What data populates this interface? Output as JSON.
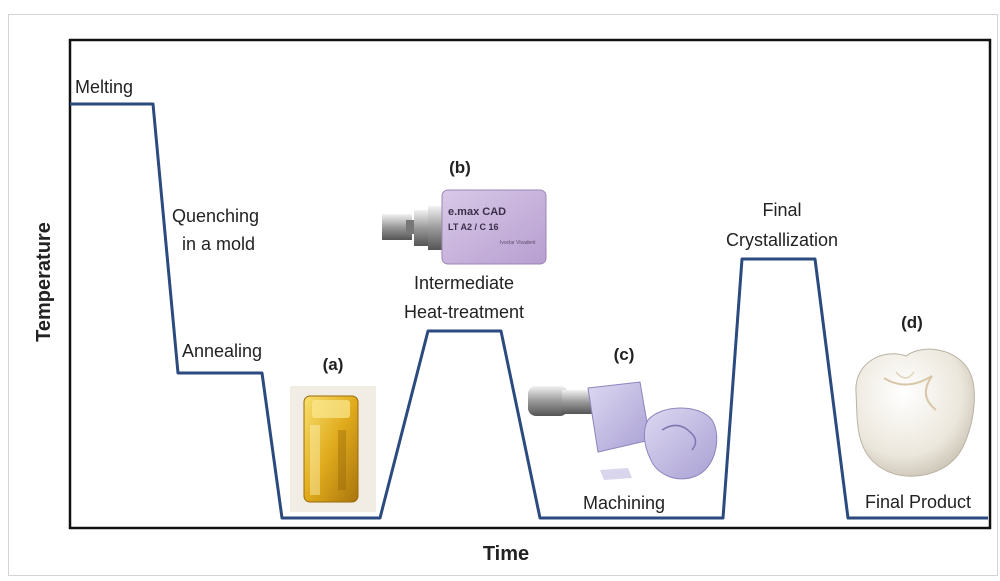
{
  "axes": {
    "x_label": "Time",
    "y_label": "Temperature"
  },
  "steps": {
    "melting": "Melting",
    "quenching_line1": "Quenching",
    "quenching_line2": "in a mold",
    "annealing": "Annealing",
    "intermediate_line1": "Intermediate",
    "intermediate_line2": "Heat-treatment",
    "machining": "Machining",
    "final_cryst_line1": "Final",
    "final_cryst_line2": "Crystallization",
    "final_product": "Final Product"
  },
  "images": {
    "a": {
      "tag": "(a)",
      "depicts": "glass ingot"
    },
    "b": {
      "tag": "(b)",
      "depicts": "CAD/CAM block",
      "brand_line1": "e.max CAD",
      "brand_line2": "LT A2 / C 16",
      "maker": "Ivoclar Vivadent"
    },
    "c": {
      "tag": "(c)",
      "depicts": "milled block with crown"
    },
    "d": {
      "tag": "(d)",
      "depicts": "crown"
    }
  },
  "colors": {
    "curve": "#2b4a7e",
    "frame": "#111111",
    "ingot": "#e3b21f",
    "block": "#c9b4dc",
    "machined": "#c7c0e6",
    "crown": "#f2efe8"
  }
}
